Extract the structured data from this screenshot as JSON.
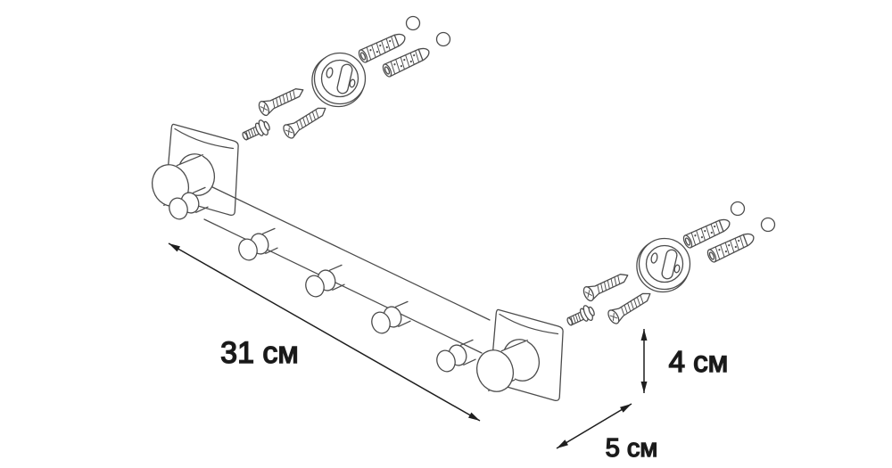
{
  "diagram": {
    "description": "exploded installation drawing of a 5-hook wall-mounted hook rail with mounting hardware",
    "dimension_labels": {
      "length": "31 см",
      "height": "4 см",
      "depth": "5 см"
    },
    "parts": [
      "hook-rail-bar",
      "end-plate",
      "end-knob",
      "hook-peg",
      "mounting-plate",
      "wood-screw",
      "wall-anchor",
      "set-screw-with-washers",
      "cover-cap"
    ],
    "colors": {
      "background": "#ffffff",
      "line_art": "#4c4c4c",
      "dimension": "#1e1e1e"
    }
  }
}
